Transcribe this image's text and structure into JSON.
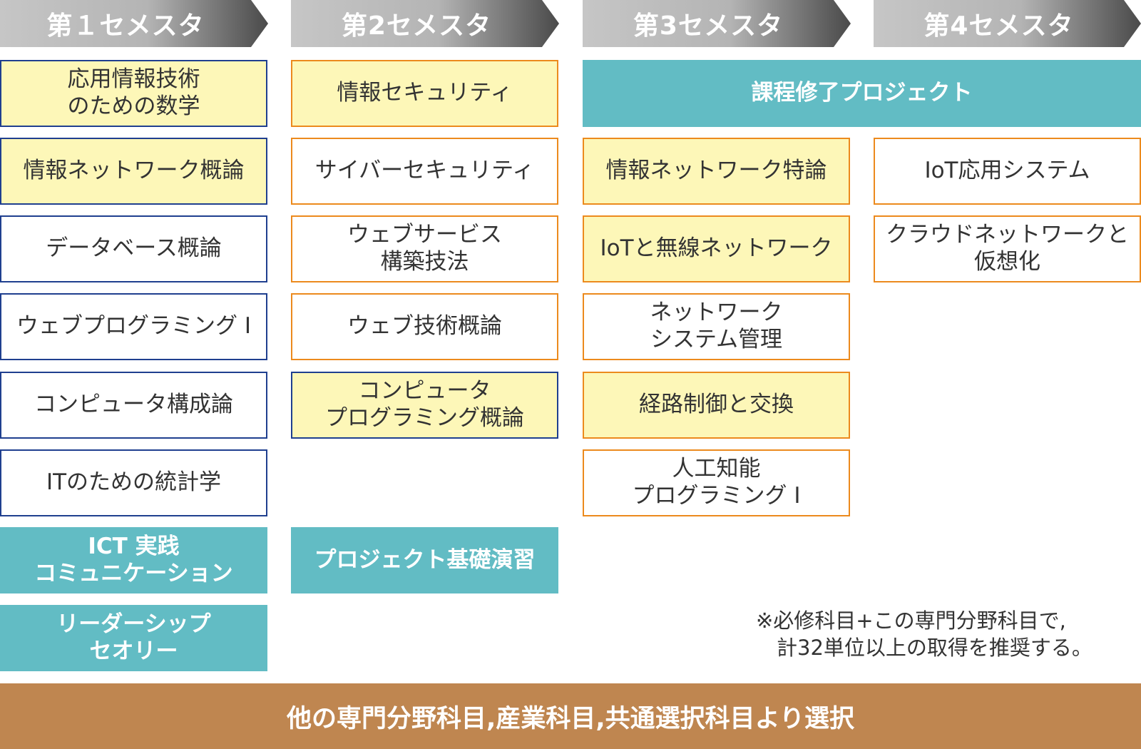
{
  "semesters": [
    "第１セメスタ",
    "第2セメスタ",
    "第3セメスタ",
    "第4セメスタ"
  ],
  "column1": [
    "応用情報技術\nのための数学",
    "情報ネットワーク概論",
    "データベース概論",
    "ウェブプログラミング Ⅰ",
    "コンピュータ構成論",
    "ITのための統計学",
    "ICT 実践\nコミュニケーション",
    "リーダーシップ\nセオリー"
  ],
  "column2": [
    "情報セキュリティ",
    "サイバーセキュリティ",
    "ウェブサービス\n構築技法",
    "ウェブ技術概論",
    "コンピュータ\nプログラミング概論",
    "プロジェクト基礎演習"
  ],
  "capstone": "課程修了プロジェクト",
  "column3": [
    "情報ネットワーク特論",
    "IoTと無線ネットワーク",
    "ネットワーク\nシステム管理",
    "経路制御と交換",
    "人工知能\nプログラミング Ⅰ"
  ],
  "column4": [
    "IoT応用システム",
    "クラウドネットワークと\n仮想化"
  ],
  "note": "※必修科目+この専門分野科目で,\n　計32単位以上の取得を推奨する。",
  "bottom_bar": "他の専門分野科目,産業科目,共通選択科目より選択",
  "colors": {
    "navy_border": "#1f3f8f",
    "orange_border": "#ec8a1d",
    "yellow_fill": "#fdf7b8",
    "teal_fill": "#62bcc4",
    "bottom_fill": "#bf8650"
  }
}
